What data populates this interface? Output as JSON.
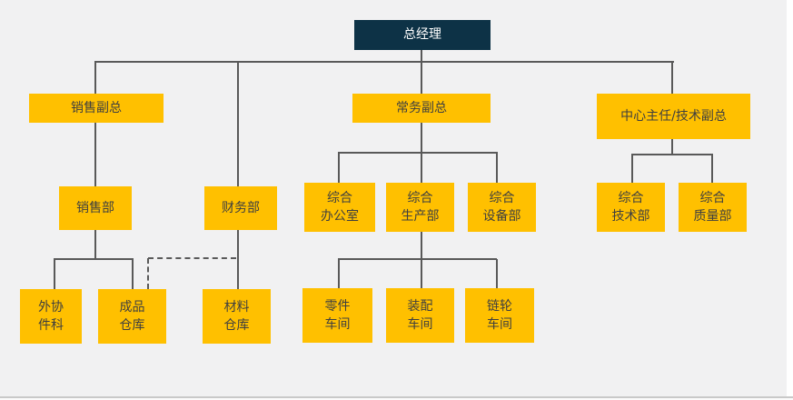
{
  "colors": {
    "background": "#f1f1f2",
    "node_fill": "#ffc000",
    "node_text": "#3f3f3f",
    "primary_node_fill": "#0d3246",
    "primary_node_text": "#ffffff",
    "connector": "#595959"
  },
  "chart_data": {
    "type": "org-chart",
    "nodes": [
      {
        "id": "general-manager",
        "label": "总经理",
        "level": 1,
        "reports_to": null,
        "style": "primary"
      },
      {
        "id": "sales-vp",
        "label": "销售副总",
        "level": 2,
        "reports_to": "general-manager",
        "style": "default"
      },
      {
        "id": "executive-vp",
        "label": "常务副总",
        "level": 2,
        "reports_to": "general-manager",
        "style": "default"
      },
      {
        "id": "center-director-tech-vp",
        "label": "中心主任/技术副总",
        "level": 2,
        "reports_to": "general-manager",
        "style": "default"
      },
      {
        "id": "sales-dept",
        "label": "销售部",
        "level": 3,
        "reports_to": "sales-vp",
        "style": "default"
      },
      {
        "id": "finance-dept",
        "label": "财务部",
        "level": 3,
        "reports_to": "general-manager",
        "style": "default"
      },
      {
        "id": "general-office",
        "label": "综合\n办公室",
        "level": 3,
        "reports_to": "executive-vp",
        "style": "default"
      },
      {
        "id": "general-production-dept",
        "label": "综合\n生产部",
        "level": 3,
        "reports_to": "executive-vp",
        "style": "default"
      },
      {
        "id": "general-equipment-dept",
        "label": "综合\n设备部",
        "level": 3,
        "reports_to": "executive-vp",
        "style": "default"
      },
      {
        "id": "general-technology-dept",
        "label": "综合\n技术部",
        "level": 3,
        "reports_to": "center-director-tech-vp",
        "style": "default"
      },
      {
        "id": "general-quality-dept",
        "label": "综合\n质量部",
        "level": 3,
        "reports_to": "center-director-tech-vp",
        "style": "default"
      },
      {
        "id": "outsourced-parts-section",
        "label": "外协\n件科",
        "level": 4,
        "reports_to": "sales-dept",
        "style": "default"
      },
      {
        "id": "finished-goods-warehouse",
        "label": "成品\n仓库",
        "level": 4,
        "reports_to": "sales-dept",
        "style": "default"
      },
      {
        "id": "materials-warehouse",
        "label": "材料\n仓库",
        "level": 4,
        "reports_to": "finance-dept",
        "style": "default"
      },
      {
        "id": "parts-workshop",
        "label": "零件\n车间",
        "level": 4,
        "reports_to": "general-production-dept",
        "style": "default"
      },
      {
        "id": "assembly-workshop",
        "label": "装配\n车间",
        "level": 4,
        "reports_to": "general-production-dept",
        "style": "default"
      },
      {
        "id": "sprocket-workshop",
        "label": "链轮\n车间",
        "level": 4,
        "reports_to": "general-production-dept",
        "style": "default"
      }
    ],
    "dashed_links": [
      {
        "from": "finished-goods-warehouse",
        "to": "finance-dept",
        "style": "dashed"
      }
    ]
  }
}
